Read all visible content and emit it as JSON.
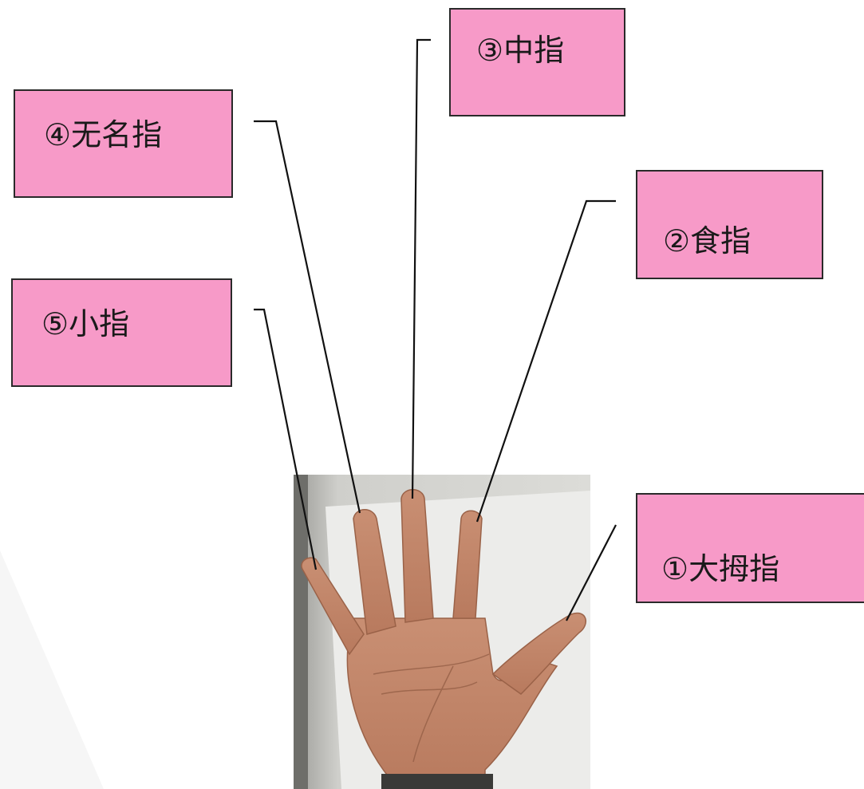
{
  "labels": {
    "thumb": "①大拇指",
    "index": "②食指",
    "middle": "③中指",
    "ring": "④无名指",
    "little": "⑤小指"
  },
  "colors": {
    "label_fill": "#f79ac8",
    "label_border": "#2a2a2a",
    "leader_line": "#111111",
    "skin": "#c98a6a",
    "paper": "#e8e8e4"
  },
  "photo": {
    "subject": "open-palm-hand"
  }
}
